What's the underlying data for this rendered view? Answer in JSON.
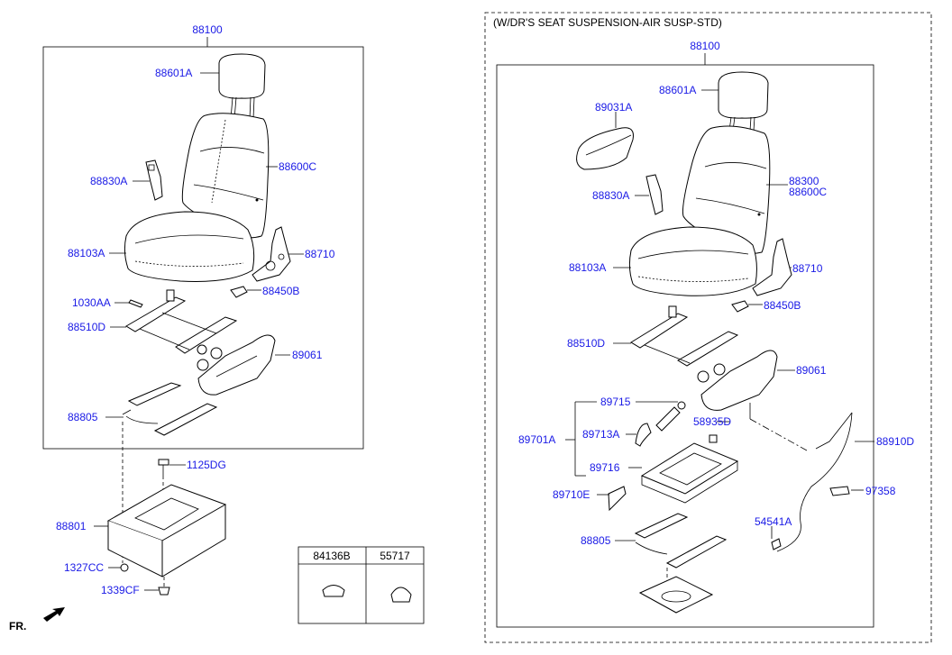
{
  "left": {
    "assembly": "88100",
    "labels": {
      "headrest": "88601A",
      "back": "88600C",
      "buckle": "88830A",
      "cushion": "88103A",
      "recliner": "88710",
      "knob": "88450B",
      "clip": "1030AA",
      "track": "88510D",
      "cover": "89061",
      "rail": "88805",
      "bolt": "1125DG",
      "bracket": "88801",
      "cap": "1327CC",
      "nut": "1339CF"
    }
  },
  "right": {
    "condition": "(W/DR'S SEAT SUSPENSION-AIR SUSP-STD)",
    "assembly": "88100",
    "labels": {
      "headrest": "88601A",
      "armrest": "89031A",
      "back_a": "88300",
      "back_b": "88600C",
      "buckle": "88830A",
      "cushion": "88103A",
      "recliner": "88710",
      "knob": "88450B",
      "track": "88510D",
      "cover": "89061",
      "shock": "89715",
      "susp_assy": "89701A",
      "spring": "89713A",
      "valve": "58935D",
      "base": "89716",
      "lever": "89710E",
      "hose": "88910D",
      "label": "97358",
      "fitting": "54541A",
      "rail": "88805"
    }
  },
  "legend": {
    "col1": "84136B",
    "col2": "55717"
  },
  "direction": "FR."
}
